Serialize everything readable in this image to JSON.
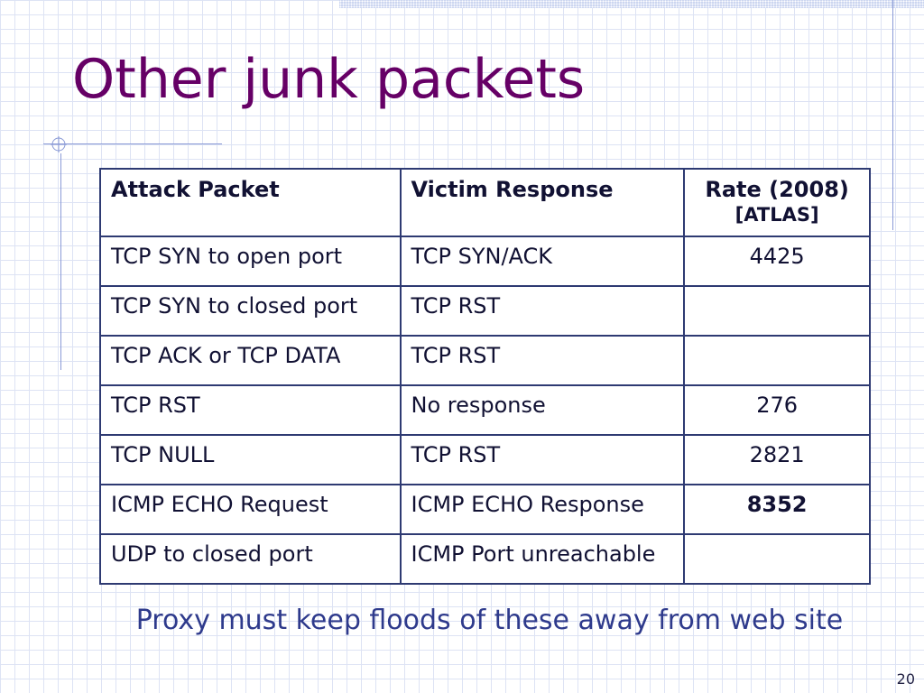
{
  "slide": {
    "title": "Other junk packets",
    "caption": "Proxy must keep floods of these away from web site",
    "page_number": "20"
  },
  "table": {
    "headers": {
      "attack": "Attack Packet",
      "response": "Victim Response",
      "rate": "Rate (2008)",
      "rate_source": "[ATLAS]"
    },
    "rows": [
      {
        "attack": "TCP SYN to open port",
        "response": "TCP SYN/ACK",
        "rate": "4425"
      },
      {
        "attack": "TCP SYN to closed port",
        "response": "TCP RST",
        "rate": ""
      },
      {
        "attack": "TCP ACK or TCP DATA",
        "response": "TCP RST",
        "rate": ""
      },
      {
        "attack": "TCP RST",
        "response": "No response",
        "rate": "276"
      },
      {
        "attack": "TCP NULL",
        "response": "TCP RST",
        "rate": "2821"
      },
      {
        "attack": "ICMP ECHO Request",
        "response": "ICMP ECHO Response",
        "rate": "8352"
      },
      {
        "attack": "UDP to closed port",
        "response": "ICMP Port unreachable",
        "rate": ""
      }
    ]
  },
  "colors": {
    "title": "#660066",
    "caption": "#2e3a8c",
    "table_border": "#2e3a72",
    "grid": "#dde3f4"
  }
}
